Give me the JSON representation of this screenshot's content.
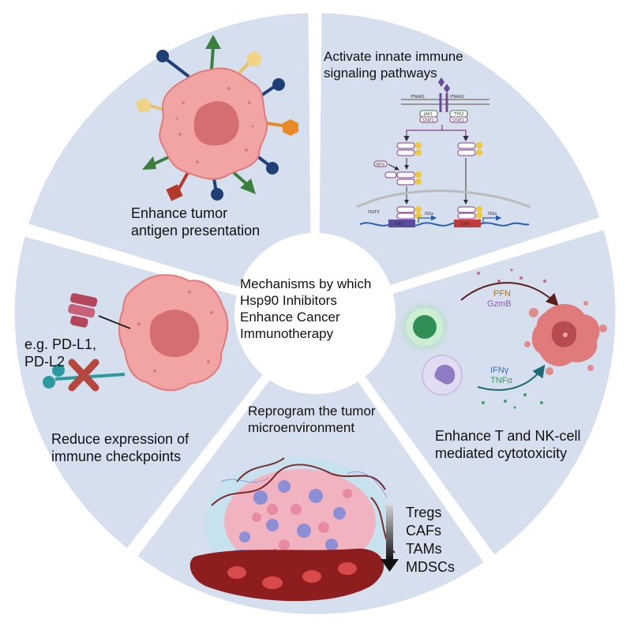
{
  "center": {
    "lines": [
      "Mechanisms by which",
      "Hsp90 Inhibitors",
      "Enhance Cancer",
      "Immunotherapy"
    ]
  },
  "segments": {
    "antigen": {
      "lines": [
        "Enhance tumor",
        "antigen presentation"
      ]
    },
    "innate": {
      "lines": [
        "Activate innate immune",
        "signaling pathways"
      ],
      "pathway_labels": {
        "receptor1": "IFNAR1",
        "receptor2": "IFNAR2",
        "jak1": "JAK1",
        "tyk2": "TYK2",
        "stat1": "STAT1",
        "stat2": "STAT2",
        "irf9": "IRF9",
        "p": "P",
        "isgf3": "ISGF3",
        "isre": "ISRE",
        "gas": "GAS",
        "isgs": "ISGs"
      }
    },
    "cytotoxicity": {
      "lines": [
        "Enhance T and NK-cell",
        "mediated cytotoxicity"
      ],
      "molecules_top": [
        "PFN",
        "GzmB"
      ],
      "molecules_bottom": [
        "IFNγ",
        "TNFα"
      ]
    },
    "microenvironment": {
      "lines": [
        "Reprogram the tumor",
        "microenvironment"
      ],
      "decreased_cells": [
        "Tregs",
        "CAFs",
        "TAMs",
        "MDSCs"
      ]
    },
    "checkpoints": {
      "example_lines": [
        "e.g. PD-L1,",
        "PD-L2"
      ],
      "lines": [
        "Reduce expression of",
        "immune checkpoints"
      ]
    }
  },
  "colors": {
    "segment_fill": "#d6dfee",
    "center_fill": "#ffffff",
    "tumor_cell": "#f2a3a3",
    "tumor_nucleus": "#d46e73",
    "blood_vessel": "#8e1d1d",
    "t_cell": "#2f8f57",
    "nk_cell": "#8f7ac4",
    "inhibit_x": "#b5473d"
  }
}
